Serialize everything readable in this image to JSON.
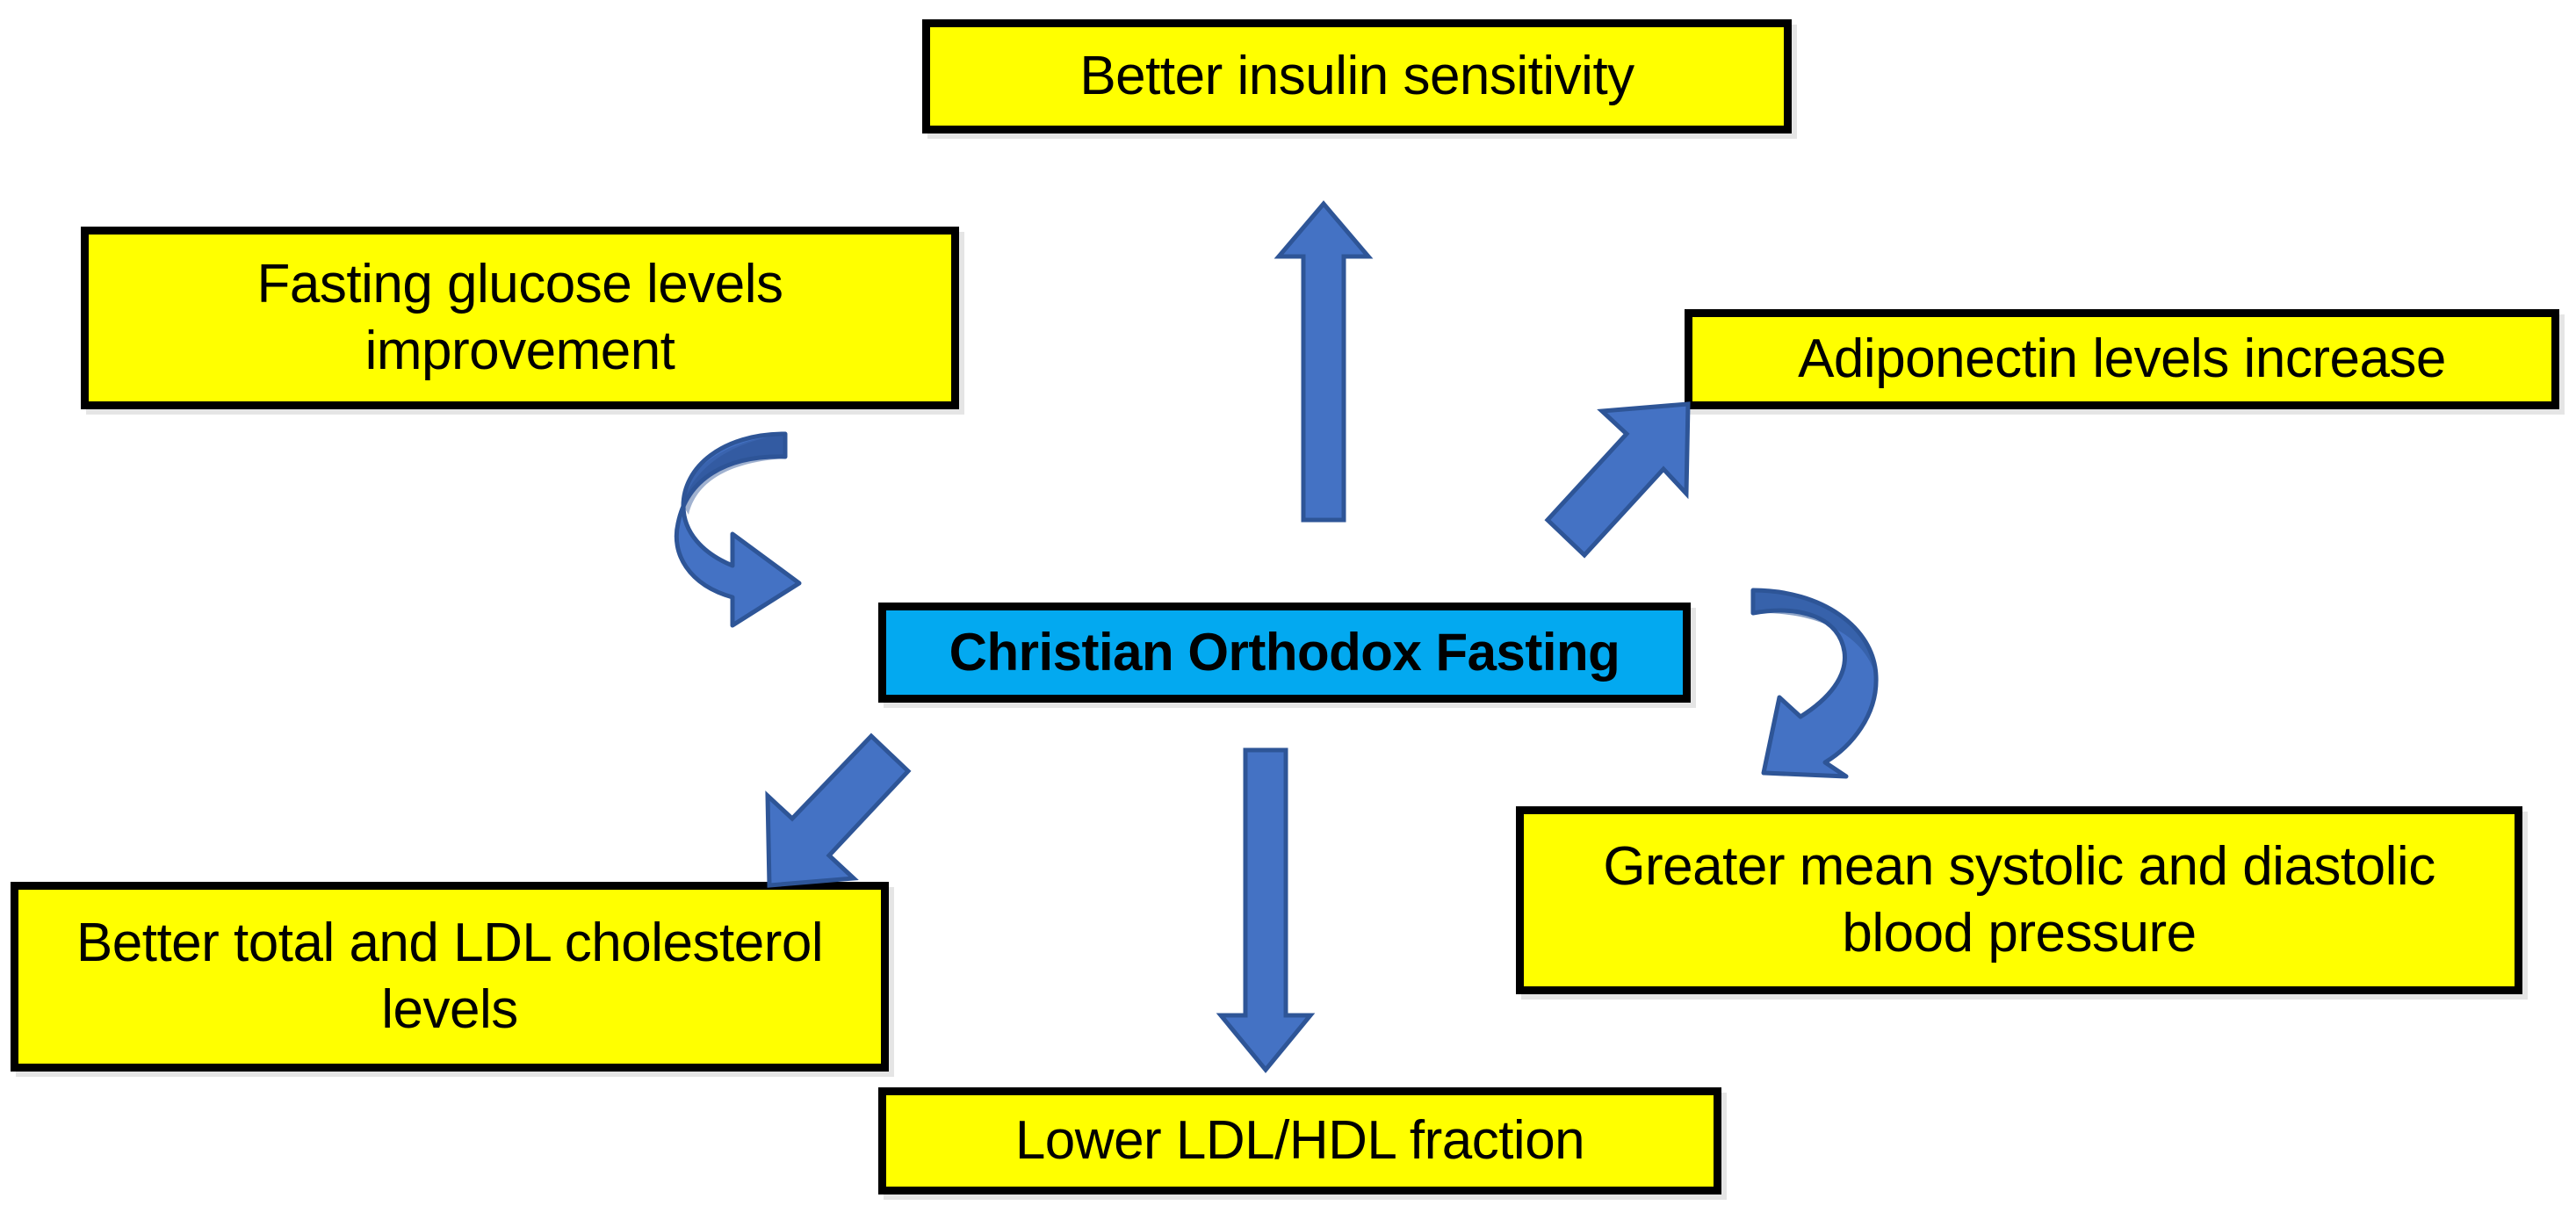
{
  "diagram": {
    "title_node": {
      "label": "Christian Orthodox Fasting",
      "color": "#03A9F0",
      "border_color": "#000000",
      "text_color": "#000000"
    },
    "outcome_color": "#FFFF00",
    "arrow_color": "#4472C4",
    "arrow_color_dark": "#2E5597",
    "nodes": [
      {
        "id": "insulin",
        "label": "Better insulin sensitivity",
        "position": "top"
      },
      {
        "id": "glucose",
        "label": "Fasting glucose levels improvement",
        "position": "top-left"
      },
      {
        "id": "adiponectin",
        "label": "Adiponectin levels increase",
        "position": "right"
      },
      {
        "id": "blood-pressure",
        "label": "Greater mean systolic and diastolic blood pressure",
        "position": "bottom-right"
      },
      {
        "id": "cholesterol",
        "label": "Better total and LDL cholesterol levels",
        "position": "bottom-left"
      },
      {
        "id": "ldl-hdl",
        "label": "Lower LDL/HDL fraction",
        "position": "bottom"
      }
    ],
    "arrows": [
      {
        "id": "arrow-up-insulin",
        "icon": "arrow-up-icon",
        "from": "center",
        "to": "insulin",
        "shape": "straight"
      },
      {
        "id": "arrow-curved-glucose",
        "icon": "curved-arrow-right-icon",
        "from": "glucose",
        "to": "center",
        "shape": "curved"
      },
      {
        "id": "arrow-diagonal-adiponectin",
        "icon": "arrow-up-right-icon",
        "from": "center",
        "to": "adiponectin",
        "shape": "diagonal"
      },
      {
        "id": "arrow-curved-blood-pressure",
        "icon": "curved-arrow-down-icon",
        "from": "center",
        "to": "blood-pressure",
        "shape": "curved"
      },
      {
        "id": "arrow-diagonal-cholesterol",
        "icon": "arrow-down-left-icon",
        "from": "center",
        "to": "cholesterol",
        "shape": "diagonal"
      },
      {
        "id": "arrow-down-ldl-hdl",
        "icon": "arrow-down-icon",
        "from": "center",
        "to": "ldl-hdl",
        "shape": "straight"
      }
    ]
  }
}
